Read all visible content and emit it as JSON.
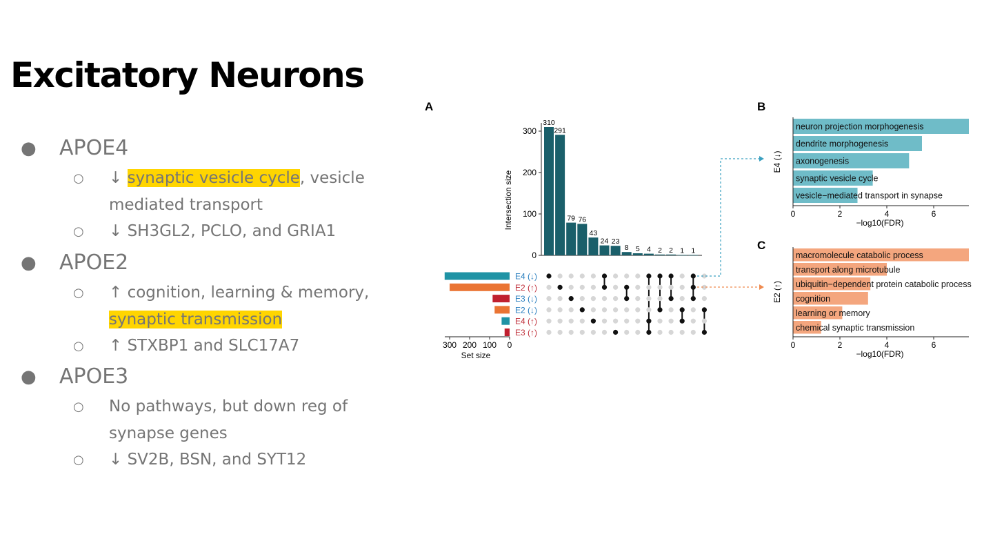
{
  "slide": {
    "title": "Excitatory Neurons",
    "sections": [
      {
        "heading": "APOE4",
        "items": [
          {
            "line1_prefix": "↓ ",
            "line1_highlight": "synaptic vesicle cycle",
            "line1_rest": ", vesicle",
            "line2": "mediated transport"
          },
          {
            "line1_prefix": "↓  SH3GL2, PCLO, and GRIA1"
          }
        ]
      },
      {
        "heading": "APOE2",
        "items": [
          {
            "line1_prefix": "↑ cognition, learning & memory,",
            "line2_highlight": "synaptic transmission"
          },
          {
            "line1_prefix": "↑ STXBP1 and SLC17A7"
          }
        ]
      },
      {
        "heading": "APOE3",
        "items": [
          {
            "line1_prefix": "No pathways, but down reg of",
            "line2": "synapse genes"
          },
          {
            "line1_prefix": "↓ SV2B, BSN, and SYT12"
          }
        ]
      }
    ],
    "bullet_glyph": "●",
    "sub_bullet_glyph": "○"
  },
  "chart_data": [
    {
      "panel": "A",
      "type": "bar",
      "ylabel": "Intersection size",
      "yticks": [
        0,
        100,
        200,
        300
      ],
      "ylim": [
        0,
        320
      ],
      "values": [
        310,
        291,
        79,
        76,
        43,
        24,
        23,
        8,
        5,
        4,
        2,
        2,
        1,
        1
      ],
      "bar_color": "#1a5f6a",
      "sets": [
        {
          "label": "E4 (↓)",
          "size": 325,
          "color": "#1f93a5",
          "label_color": "#2a7fbf"
        },
        {
          "label": "E2 (↑)",
          "size": 300,
          "color": "#ea7433",
          "label_color": "#c0313c"
        },
        {
          "label": "E3 (↓)",
          "size": 85,
          "color": "#c0202f",
          "label_color": "#2a7fbf"
        },
        {
          "label": "E2 (↓)",
          "size": 75,
          "color": "#ea7433",
          "label_color": "#2a7fbf"
        },
        {
          "label": "E4 (↑)",
          "size": 40,
          "color": "#1f93a5",
          "label_color": "#c0313c"
        },
        {
          "label": "E3 (↑)",
          "size": 25,
          "color": "#c0202f",
          "label_color": "#c0313c"
        }
      ],
      "set_size_xlabel": "Set size",
      "set_size_ticks": [
        300,
        200,
        100,
        0
      ],
      "set_size_max": 345,
      "matrix": [
        [
          0
        ],
        [
          1
        ],
        [
          2
        ],
        [
          3
        ],
        [
          4
        ],
        [
          0,
          1
        ],
        [
          5
        ],
        [
          1,
          2
        ],
        [],
        [
          0,
          4,
          5
        ],
        [
          0,
          3
        ],
        [
          0,
          2
        ],
        [
          3,
          4
        ],
        [
          0,
          1,
          2
        ],
        [
          3,
          5
        ]
      ]
    },
    {
      "panel": "B",
      "type": "bar",
      "orientation": "horizontal",
      "ylabel": "E4 (↓)",
      "xlabel": "−log10(FDR)",
      "xticks": [
        0,
        2,
        4,
        6
      ],
      "xlim": [
        0,
        7.5
      ],
      "color": "#6fbcc8",
      "categories": [
        "neuron projection morphogenesis",
        "dendrite morphogenesis",
        "axonogenesis",
        "synaptic vesicle cycle",
        "vesicle−mediated transport in synapse"
      ],
      "values": [
        7.5,
        5.5,
        4.95,
        3.4,
        2.75
      ]
    },
    {
      "panel": "C",
      "type": "bar",
      "orientation": "horizontal",
      "ylabel": "E2 (↑)",
      "xlabel": "−log10(FDR)",
      "xticks": [
        0,
        2,
        4,
        6
      ],
      "xlim": [
        0,
        7.5
      ],
      "color": "#f4a67e",
      "categories": [
        "macromolecule catabolic process",
        "transport along microtubule",
        "ubiquitin−dependent protein catabolic process",
        "cognition",
        "learning or memory",
        "chemical synaptic transmission"
      ],
      "values": [
        7.5,
        4.0,
        3.3,
        3.2,
        2.1,
        1.2
      ]
    }
  ]
}
